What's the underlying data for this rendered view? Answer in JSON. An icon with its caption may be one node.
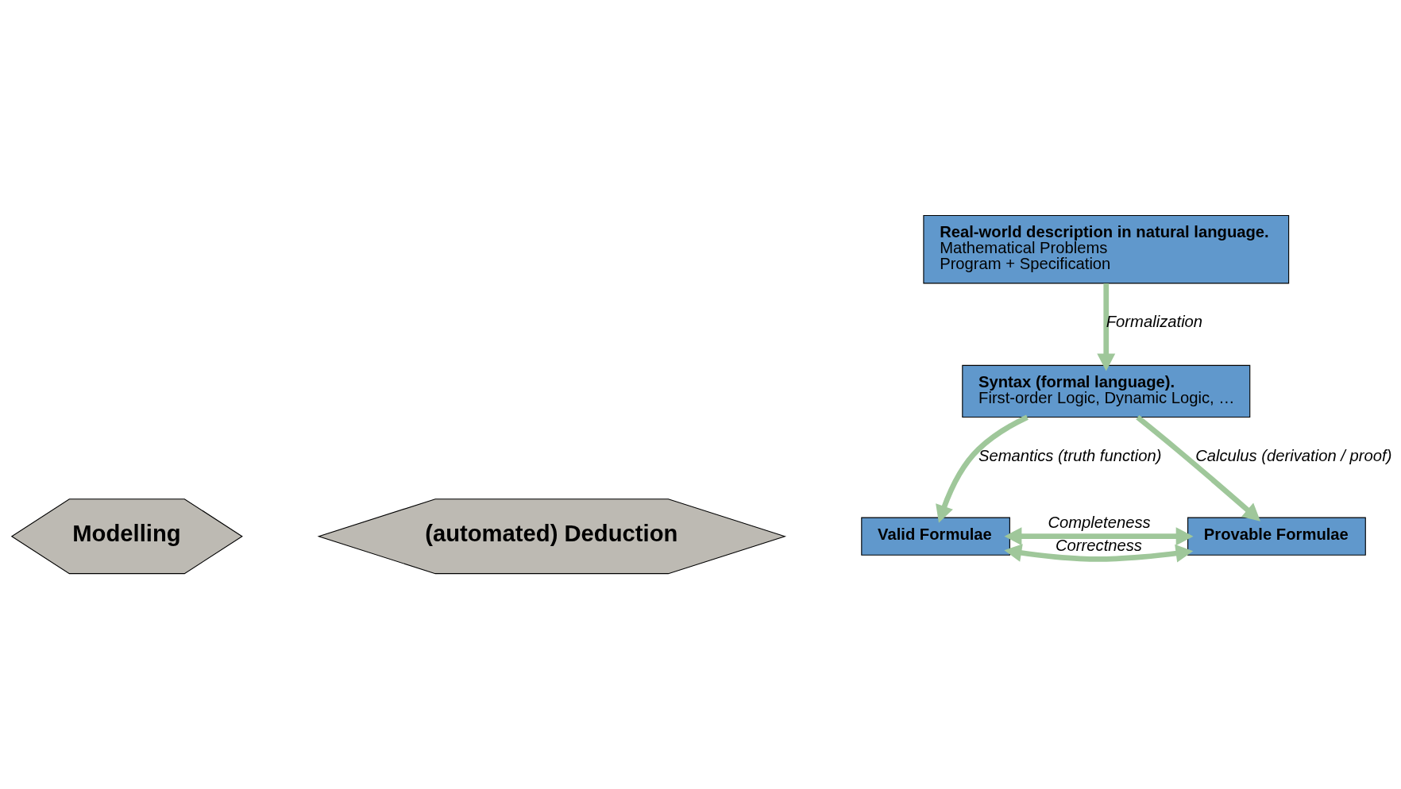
{
  "diagram": {
    "nodes": [
      {
        "text": [
          "Modelling"
        ]
      },
      {
        "text": [
          "(automated) Deduction"
        ]
      },
      {
        "text": [
          "Real-world description in natural language.",
          "Mathematical Problems",
          "Program + Specification"
        ]
      },
      {
        "text": [
          "Syntax (formal language).",
          "First-order Logic, Dynamic Logic, …"
        ]
      },
      {
        "text": [
          "Valid Formulae"
        ]
      },
      {
        "text": [
          "Provable Formulae"
        ]
      }
    ],
    "edges": [
      {
        "from": 2,
        "to": 3,
        "arrow": "to",
        "label": "Formalization"
      },
      {
        "from": 3,
        "to": 4,
        "arrow": "to",
        "label": "Semantics (truth function)"
      },
      {
        "from": 3,
        "to": 5,
        "arrow": "to",
        "label": "Calculus (derivation / proof)"
      },
      {
        "from": 4,
        "to": 5,
        "arrow": "both",
        "label": "Correctness"
      },
      {
        "from": 4,
        "to": 5,
        "arrow": "both",
        "label": "Completeness"
      }
    ]
  }
}
